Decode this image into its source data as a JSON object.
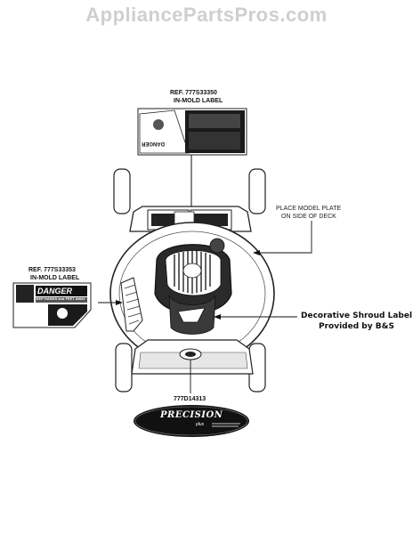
{
  "watermark": "AppliancePartsPros.com",
  "top_label": {
    "ref": "REF. 777S33350",
    "kind": "IN-MOLD LABEL",
    "danger": "DANGER"
  },
  "left_label": {
    "ref": "REF. 777S33353",
    "kind": "IN-MOLD LABEL",
    "danger": "DANGER",
    "warning": "KEEP HANDS and FEET AWAY"
  },
  "model_plate": {
    "line1": "PLACE MODEL PLATE",
    "line2": "ON SIDE OF DECK"
  },
  "shroud_label": {
    "line1": "Decorative Shroud Label",
    "line2": "Provided by B&S"
  },
  "part_number": "777D14313",
  "badge": {
    "brand": "PRECISION",
    "sub": "plus"
  }
}
